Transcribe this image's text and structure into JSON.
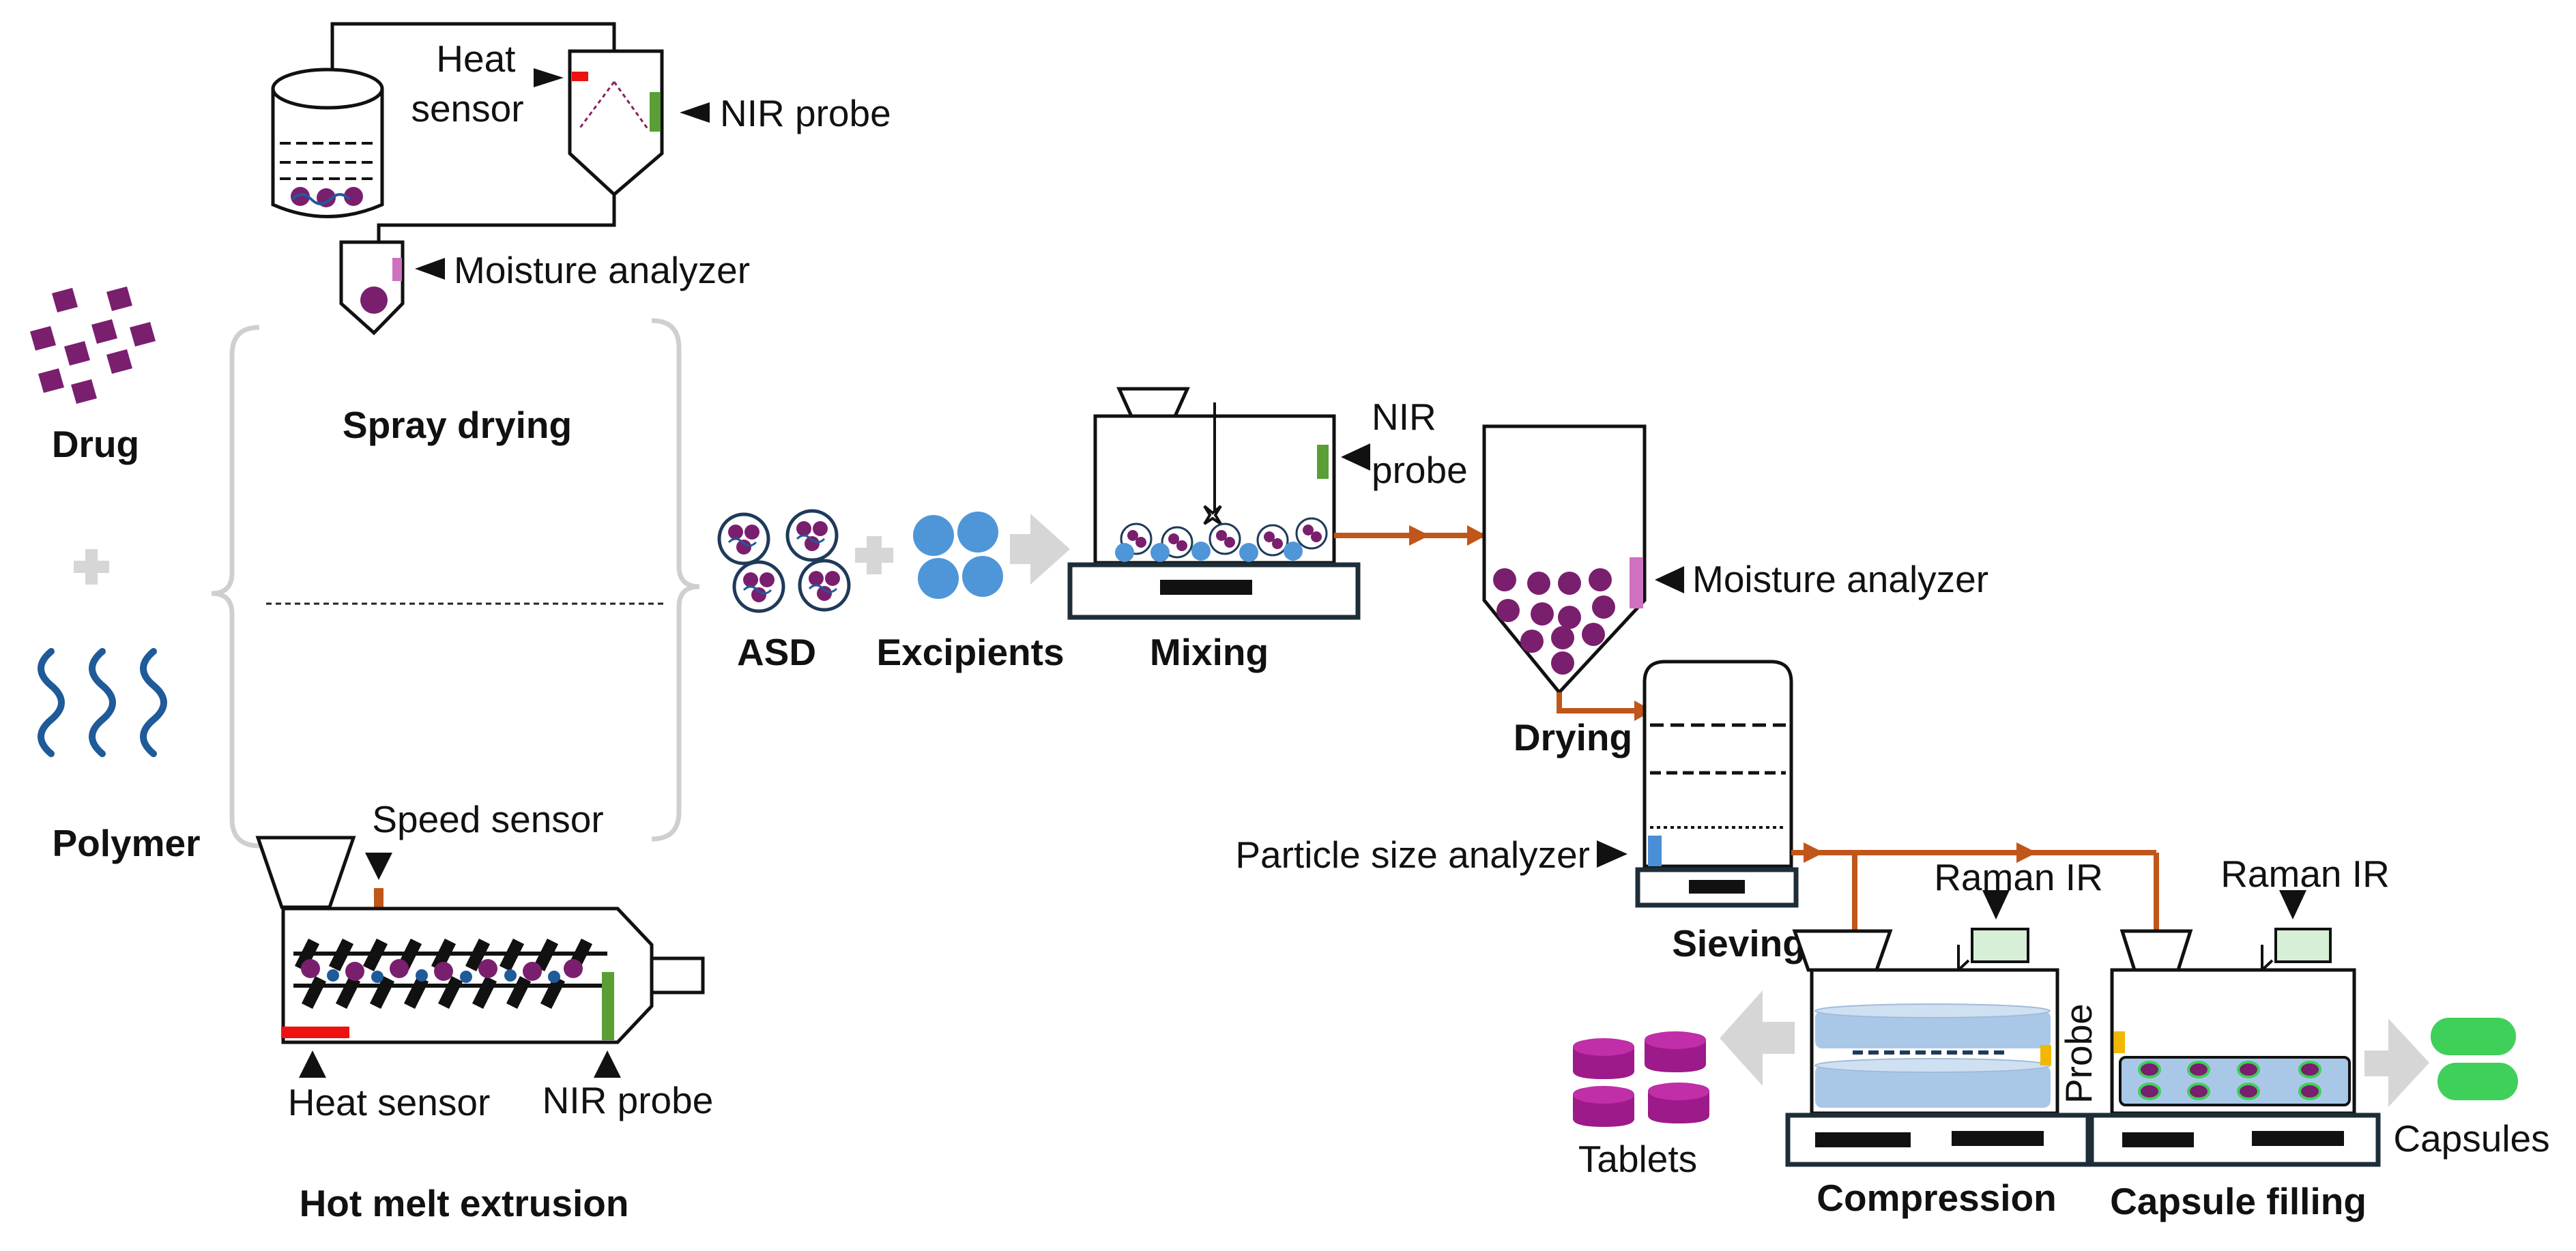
{
  "inputs": {
    "drug": "Drug",
    "polymer": "Polymer"
  },
  "spray_drying": {
    "title": "Spray drying",
    "heat_sensor": "Heat\nsensor",
    "nir_probe": "NIR probe",
    "moisture_analyzer": "Moisture analyzer"
  },
  "hot_melt_extrusion": {
    "title": "Hot melt extrusion",
    "speed_sensor": "Speed sensor",
    "heat_sensor": "Heat sensor",
    "nir_probe": "NIR probe"
  },
  "intermediates": {
    "asd": "ASD",
    "excipients": "Excipients"
  },
  "mixing": {
    "title": "Mixing",
    "nir_probe": "NIR\nprobe"
  },
  "drying": {
    "title": "Drying",
    "moisture_analyzer": "Moisture analyzer"
  },
  "sieving": {
    "title": "Sieving",
    "particle_size_analyzer": "Particle size analyzer"
  },
  "compression": {
    "title": "Compression",
    "raman_ir": "Raman IR",
    "probe": "Probe",
    "output": "Tablets"
  },
  "capsule_filling": {
    "title": "Capsule filling",
    "raman_ir": "Raman IR",
    "output": "Capsules"
  },
  "colors": {
    "drug_purple": "#7a1f6e",
    "polymer_blue": "#1f5a99",
    "excipient_blue": "#4f96d8",
    "flow_orange": "#c0561a",
    "nir_green": "#5a9e36",
    "heat_red": "#ee1111",
    "moisture_pink": "#d070c0",
    "psa_blue": "#4a8fd6",
    "probe_yellow": "#f0b800",
    "capsule_green": "#3fd05a",
    "raman_green": "#d6efd6",
    "arrow_gray": "#d6d6d6"
  }
}
